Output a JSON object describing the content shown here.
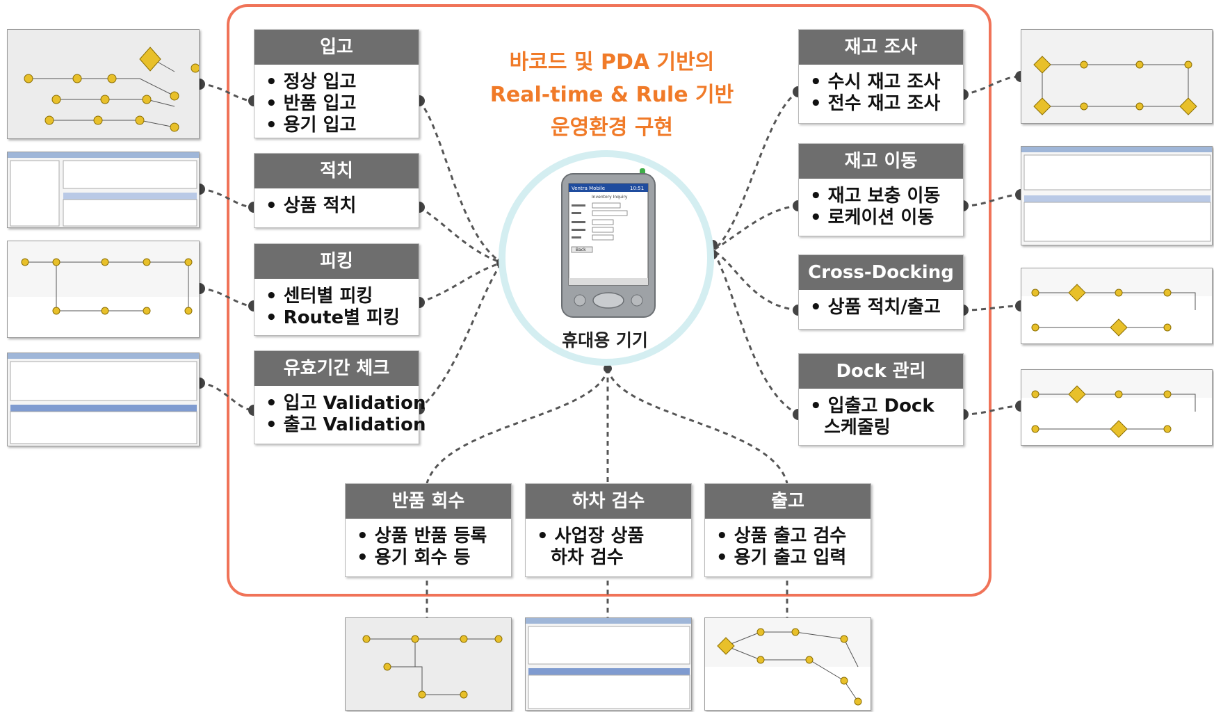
{
  "headline": {
    "line1": "바코드 및 PDA 기반의",
    "line2": "Real-time & Rule 기반",
    "line3": "운영환경 구현"
  },
  "device": {
    "label": "휴대용 기기",
    "screen_title": "Ventra Mobile",
    "screen_time": "10:51",
    "screen_subtitle": "Inventory Inquiry",
    "screen_button": "Back"
  },
  "boxes": {
    "inbound": {
      "title": "입고",
      "items": [
        "정상 입고",
        "반품 입고",
        "용기 입고"
      ]
    },
    "putaway": {
      "title": "적치",
      "items": [
        "상품 적치"
      ]
    },
    "picking": {
      "title": "피킹",
      "items": [
        "센터별 피킹",
        "Route별 피킹"
      ]
    },
    "expiry": {
      "title": "유효기간 체크",
      "items": [
        "입고 Validation",
        "출고 Validation"
      ]
    },
    "cycle_count": {
      "title": "재고 조사",
      "items": [
        "수시 재고 조사",
        "전수 재고 조사"
      ]
    },
    "stock_move": {
      "title": "재고 이동",
      "items": [
        "재고 보충 이동",
        "로케이션 이동"
      ]
    },
    "cross_docking": {
      "title": "Cross-Docking",
      "items": [
        "상품 적치/출고"
      ]
    },
    "dock": {
      "title": "Dock 관리",
      "items": [
        "입출고 Dock",
        "스케줄링"
      ]
    },
    "return": {
      "title": "반품 회수",
      "items": [
        "상품 반품 등록",
        "용기 회수 등"
      ]
    },
    "unload": {
      "title": "하차 검수",
      "items": [
        "사업장 상품",
        "하차 검수"
      ]
    },
    "outbound": {
      "title": "출고",
      "items": [
        "상품 출고 검수",
        "용기 출고 입력"
      ]
    }
  },
  "colors": {
    "frame": "#f07358",
    "headline": "#f07a28",
    "box_header": "#6e6e6e",
    "circle_ring": "#d4eef1",
    "connector": "#555555"
  }
}
